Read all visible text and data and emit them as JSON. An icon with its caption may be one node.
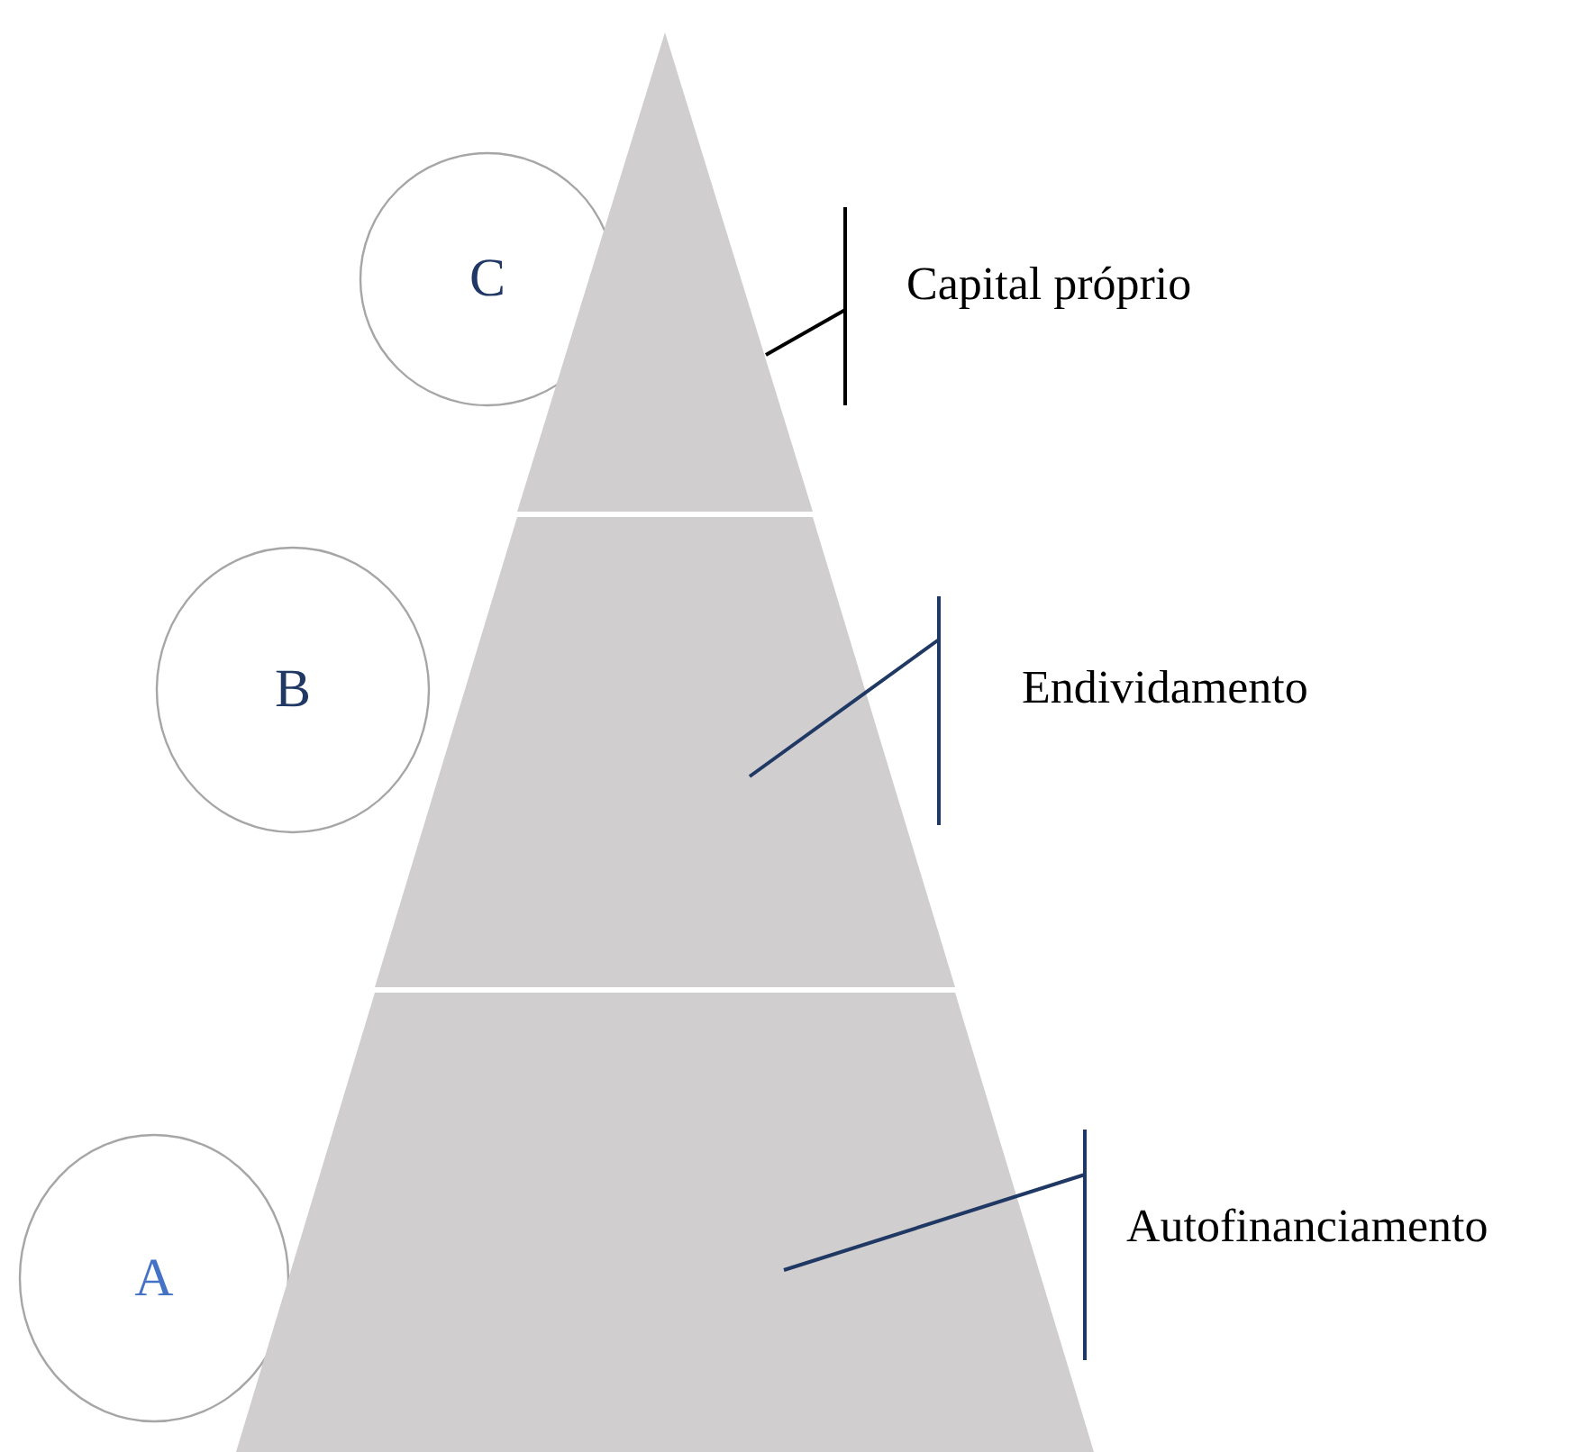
{
  "diagram": {
    "nodes": [
      {
        "text": [],
        "shape": "triangle"
      },
      {
        "text": [],
        "shape": "trapezoid"
      },
      {
        "text": [],
        "shape": "trapezoid"
      },
      {
        "text": [
          "C"
        ]
      },
      {
        "text": [
          "Capital próprio"
        ]
      },
      {
        "text": [
          "B"
        ]
      },
      {
        "text": [
          "Endividamento"
        ]
      },
      {
        "text": [
          "A"
        ]
      },
      {
        "text": [
          "Autofinanciamento"
        ]
      }
    ],
    "edges": [
      {
        "from": 4,
        "to": 0,
        "arrow": "none",
        "color": "#000000"
      },
      {
        "from": 6,
        "to": 1,
        "arrow": "none"
      },
      {
        "from": 8,
        "to": 2,
        "arrow": "none"
      }
    ]
  }
}
